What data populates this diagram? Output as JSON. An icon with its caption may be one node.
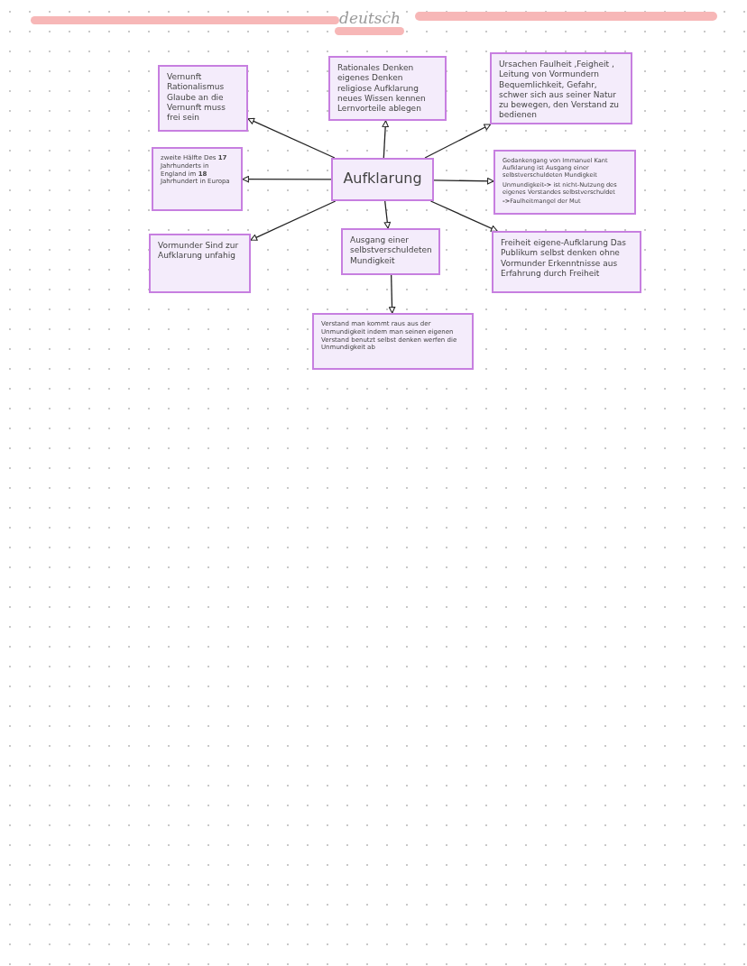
{
  "diagram": {
    "title": "deutsch",
    "nodes": [
      {
        "text": [
          "Vernunft Rationalismus Glaube an die Vernunft muss frei sein"
        ]
      },
      {
        "text": [
          "Rationales Denken eigenes Denken religiose Aufklarung neues Wissen kennen Lernvorteile ablegen"
        ]
      },
      {
        "text": [
          "Ursachen Faulheit ,Feigheit , Leitung von Vormundern Bequemlichkeit, Gefahr, schwer sich aus seiner Natur zu bewegen, den Verstand zu bedienen"
        ]
      },
      {
        "text": [
          "zweite Hälfte Des **17** Jahrhunderts in England im **18** Jahrhundert in Europa"
        ]
      },
      {
        "text": [
          "Aufklarung"
        ]
      },
      {
        "text": [
          "Gedankengang von Immanuel Kant Aufklarung ist Ausgang einer selbstverschuldeten Mundigkeit",
          "Unmundigkeit**->** ist nicht-Nutzung des eigenes Verstandes selbstverschuldet",
          "**->**Faulheitmangel der Mut"
        ]
      },
      {
        "text": [
          "Vormunder Sind zur Aufklarung unfahig"
        ]
      },
      {
        "text": [
          "Ausgang einer selbstverschuldeten Mundigkeit"
        ]
      },
      {
        "text": [
          "Freiheit eigene-Aufklarung Das Publikum selbst denken ohne Vormunder Erkenntnisse aus Erfahrung durch Freiheit"
        ]
      },
      {
        "text": [
          "Verstand man kommt raus aus der Unmundigkeit indem man seinen eigenen Verstand benutzt selbst denken werfen die Unmundigkeit ab"
        ]
      }
    ],
    "edges": [
      {
        "from": 4,
        "to": 0,
        "arrow": "to"
      },
      {
        "from": 4,
        "to": 1,
        "arrow": "to"
      },
      {
        "from": 4,
        "to": 2,
        "arrow": "to"
      },
      {
        "from": 4,
        "to": 3,
        "arrow": "to"
      },
      {
        "from": 4,
        "to": 5,
        "arrow": "to"
      },
      {
        "from": 4,
        "to": 6,
        "arrow": "to"
      },
      {
        "from": 4,
        "to": 7,
        "arrow": "to"
      },
      {
        "from": 4,
        "to": 8,
        "arrow": "to"
      },
      {
        "from": 7,
        "to": 9,
        "arrow": "to"
      }
    ]
  }
}
